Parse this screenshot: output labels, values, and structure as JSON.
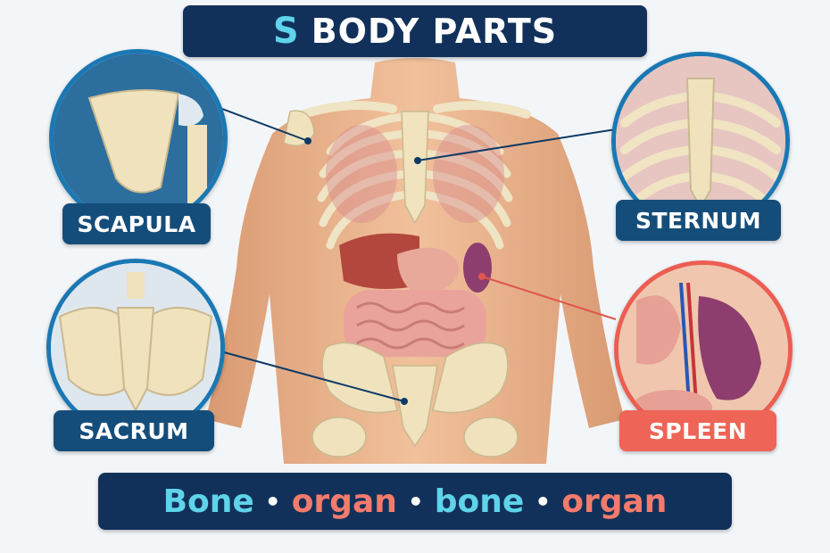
{
  "title": {
    "letter": "S",
    "text": "BODY PARTS"
  },
  "callouts": {
    "scapula": {
      "label": "SCAPULA",
      "category": "bone",
      "color": "#154d7a"
    },
    "sternum": {
      "label": "STERNUM",
      "category": "bone",
      "color": "#154d7a"
    },
    "sacrum": {
      "label": "SACRUM",
      "category": "bone",
      "color": "#154d7a"
    },
    "spleen": {
      "label": "SPLEEN",
      "category": "organ",
      "color": "#ee6456"
    }
  },
  "legend": {
    "word1": "Bone",
    "word2": "organ",
    "word3": "bone",
    "word4": "organ",
    "separator": "•"
  },
  "colors": {
    "bone": "#5fd3ea",
    "organ": "#f47b6c",
    "banner": "#12315a",
    "bone_ring": "#1a78b3",
    "organ_ring": "#ec5d52"
  }
}
